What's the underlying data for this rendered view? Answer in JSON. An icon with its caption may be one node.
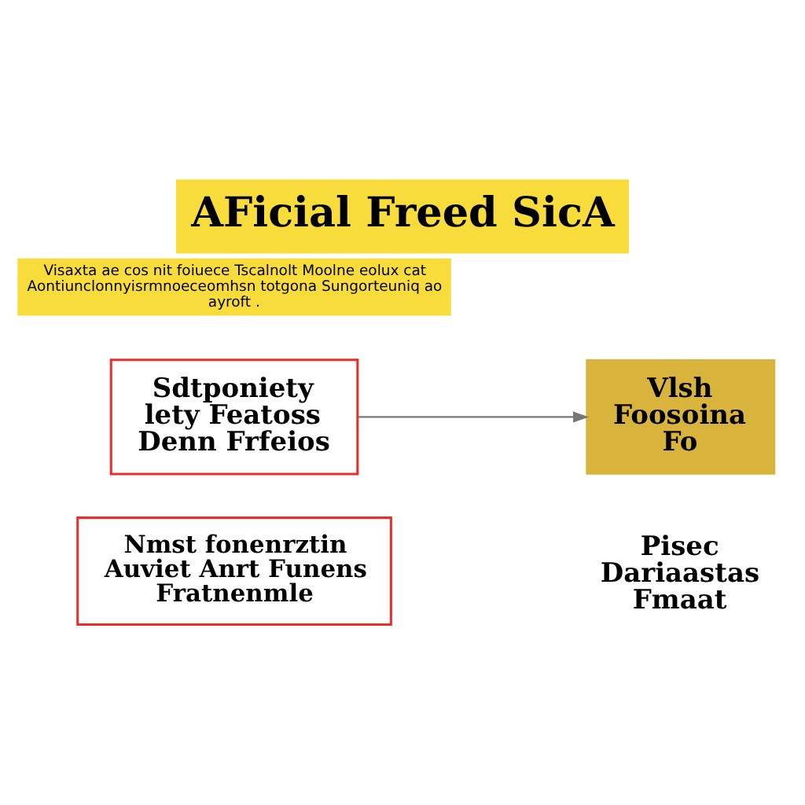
{
  "diagram": {
    "title": "AFicial Freed SicA",
    "nodes": [
      {
        "text": [
          "Sdtponiety lety Featoss Denn Frfeios"
        ]
      },
      {
        "text": [
          "Vlsh Foosoina Fo"
        ]
      },
      {
        "text": [
          "Nmst fonenrztin Auviet Anrt Funens Fratnenmle"
        ]
      },
      {
        "text": [
          "Pisec Dariaastas Fmaat"
        ]
      }
    ],
    "edges": [
      {
        "from": 0,
        "to": 1,
        "arrow": "to"
      }
    ],
    "labels": [
      "Visaxta ae cos nit foiuece Tscalnolt Moolne eolux cat Aontiunclonnyisrmnoeceomhsn totgona Sungorteuniq ao ayroft ."
    ]
  }
}
